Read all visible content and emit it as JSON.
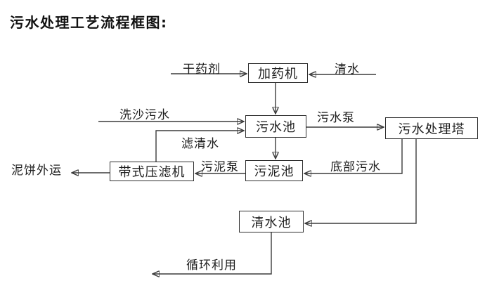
{
  "title": "污水处理工艺流程框图:",
  "nodes": {
    "dosing_machine": "加药机",
    "sewage_pool": "污水池",
    "treatment_tower": "污水处理塔",
    "sludge_pool": "污泥池",
    "belt_filter_press": "带式压滤机",
    "clean_water_pool": "清水池"
  },
  "flow_labels": {
    "dry_agent": "干药剂",
    "clean_water": "清水",
    "sand_washing_sewage": "洗沙污水",
    "filtered_water": "滤清水",
    "sewage_pump": "污水泵",
    "sludge_pump": "污泥泵",
    "bottom_sewage": "底部污水",
    "mud_cake_out": "泥饼外运",
    "recycle": "循环利用"
  },
  "edges": [
    {
      "from": "干药剂",
      "to": "加药机",
      "label": "干药剂"
    },
    {
      "from": "清水",
      "to": "加药机",
      "label": "清水"
    },
    {
      "from": "加药机",
      "to": "污水池",
      "label": ""
    },
    {
      "from": "洗沙污水",
      "to": "污水池",
      "label": "洗沙污水"
    },
    {
      "from": "带式压滤机",
      "to": "污水池",
      "label": "滤清水"
    },
    {
      "from": "污水池",
      "to": "污水处理塔",
      "label": "污水泵"
    },
    {
      "from": "污水池",
      "to": "污泥池",
      "label": ""
    },
    {
      "from": "污水处理塔",
      "to": "污泥池",
      "label": "底部污水"
    },
    {
      "from": "污泥池",
      "to": "带式压滤机",
      "label": "污泥泵"
    },
    {
      "from": "带式压滤机",
      "to": "泥饼外运",
      "label": "泥饼外运"
    },
    {
      "from": "污水处理塔",
      "to": "清水池",
      "label": ""
    },
    {
      "from": "清水池",
      "to": "循环利用",
      "label": "循环利用"
    }
  ],
  "colors": {
    "background": "#ffffff",
    "line": "#3b3b3b",
    "box_border": "#2e2e2e",
    "text": "#1f1f1f"
  }
}
